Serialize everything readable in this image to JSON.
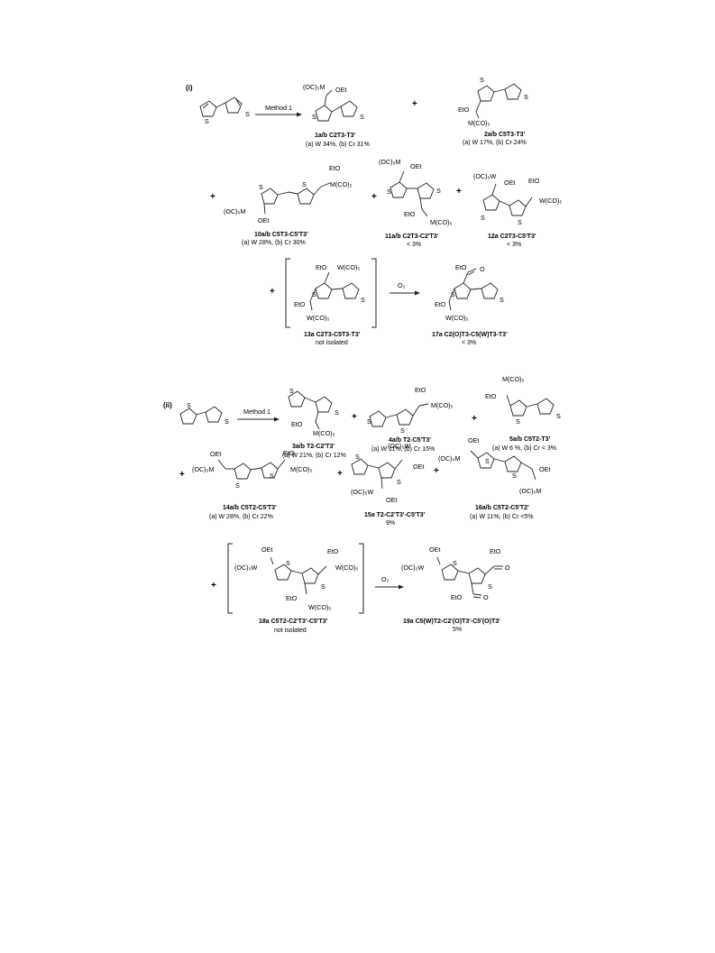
{
  "sections": [
    {
      "tag": "(i)",
      "reactant_atom": "S",
      "method": "Method 1",
      "oxidant": "O₂",
      "products": [
        {
          "id": "1a/b C2T3-T3'",
          "yield": [
            "(a) W 34%, (b) Cr 31%"
          ],
          "atoms": {
            "m": "(OC)₅M",
            "oet": "OEt",
            "s": "S"
          }
        },
        {
          "id": "2a/b C5T3-T3'",
          "yield": [
            "(a) W 17%, (b) Cr 24%"
          ],
          "atoms": {
            "eto": "EtO",
            "m": "M(CO)₅",
            "s": "S"
          }
        },
        {
          "id": "10a/b C5T3-C5'T3'",
          "yield": [
            "(a) W 28%, (b) Cr 30%"
          ],
          "atoms": {
            "eto": "EtO",
            "m1": "M(CO)₅",
            "m2": "(OC)₅M",
            "oet": "OEt",
            "s": "S"
          }
        },
        {
          "id": "11a/b C2T3-C2'T3'",
          "yield": [
            "< 3%"
          ],
          "atoms": {
            "m1": "(OC)₅M",
            "oet": "OEt",
            "eto": "EtO",
            "m2": "M(CO)₅",
            "s": "S"
          }
        },
        {
          "id": "12a C2T3-C5'T3'",
          "yield": [
            "< 3%"
          ],
          "atoms": {
            "w1": "(OC)₅W",
            "oet": "OEt",
            "eto": "EtO",
            "w2": "W(CO)₅",
            "s": "S"
          }
        },
        {
          "id": "13a C2T3-C5T3-T3'",
          "yield": [
            "not isolated"
          ],
          "atoms": {
            "eto1": "EtO",
            "w1": "W(CO)₅",
            "eto2": "EtO",
            "w2": "W(CO)₅",
            "s": "S"
          }
        },
        {
          "id": "17a C2(O)T3-C5(W)T3-T3'",
          "yield": [
            "< 3%"
          ],
          "atoms": {
            "eto1": "EtO",
            "o": "O",
            "eto2": "EtO",
            "w": "W(CO)₅",
            "s": "S"
          }
        }
      ]
    },
    {
      "tag": "(ii)",
      "reactant_atom": "S",
      "method": "Method 1",
      "oxidant": "O₂",
      "products": [
        {
          "id": "3a/b T2-C2'T3'",
          "yield": [
            "(a) W 21%, (b) Cr 12%"
          ],
          "atoms": {
            "eto": "EtO",
            "m": "M(CO)₅",
            "s": "S"
          }
        },
        {
          "id": "4a/b T2-C5'T3'",
          "yield": [
            "(a) W 11%, (b) Cr 15%"
          ],
          "atoms": {
            "eto": "EtO",
            "m": "M(CO)₅",
            "s": "S"
          }
        },
        {
          "id": "5a/b C5T2-T3'",
          "yield": [
            "(a) W 6 %, (b) Cr < 3%"
          ],
          "atoms": {
            "m": "M(CO)₅",
            "eto": "EtO",
            "s": "S"
          }
        },
        {
          "id": "14a/b C5T2-C5'T3'",
          "yield": [
            "(a) W 28%, (b) Cr 22%"
          ],
          "atoms": {
            "oet": "OEt",
            "m1": "(OC)₅M",
            "eto": "EtO",
            "m2": "M(CO)₅",
            "s": "S"
          }
        },
        {
          "id": "15a T2-C2'T3'-C5'T3'",
          "yield": [
            "9%"
          ],
          "atoms": {
            "w1": "(OC)₅W",
            "oet1": "OEt",
            "w2": "(OC)₅W",
            "oet2": "OEt",
            "s": "S"
          }
        },
        {
          "id": "16a/b C5T2-C5'T2'",
          "yield": [
            "(a) W 11%, (b) Cr <5%"
          ],
          "atoms": {
            "oet1": "OEt",
            "m1": "(OC)₅M",
            "oet2": "OEt",
            "m2": "(OC)₅M",
            "s": "S"
          }
        },
        {
          "id": "18a C5T2-C2'T3'-C5'T3'",
          "yield": [
            "not isolated"
          ],
          "atoms": {
            "oet": "OEt",
            "w1": "(OC)₅W",
            "eto1": "EtO",
            "w2": "W(CO)₅",
            "eto2": "EtO",
            "w3": "W(CO)₅",
            "s": "S"
          }
        },
        {
          "id": "19a C5(W)T2-C2'(O)T3'-C5'(O)T3'",
          "yield": [
            "5%"
          ],
          "atoms": {
            "oet": "OEt",
            "w": "(OC)₅W",
            "eto1": "EtO",
            "o": "O",
            "eto2": "EtO",
            "s": "S"
          }
        }
      ]
    }
  ],
  "plus_sign": "+"
}
